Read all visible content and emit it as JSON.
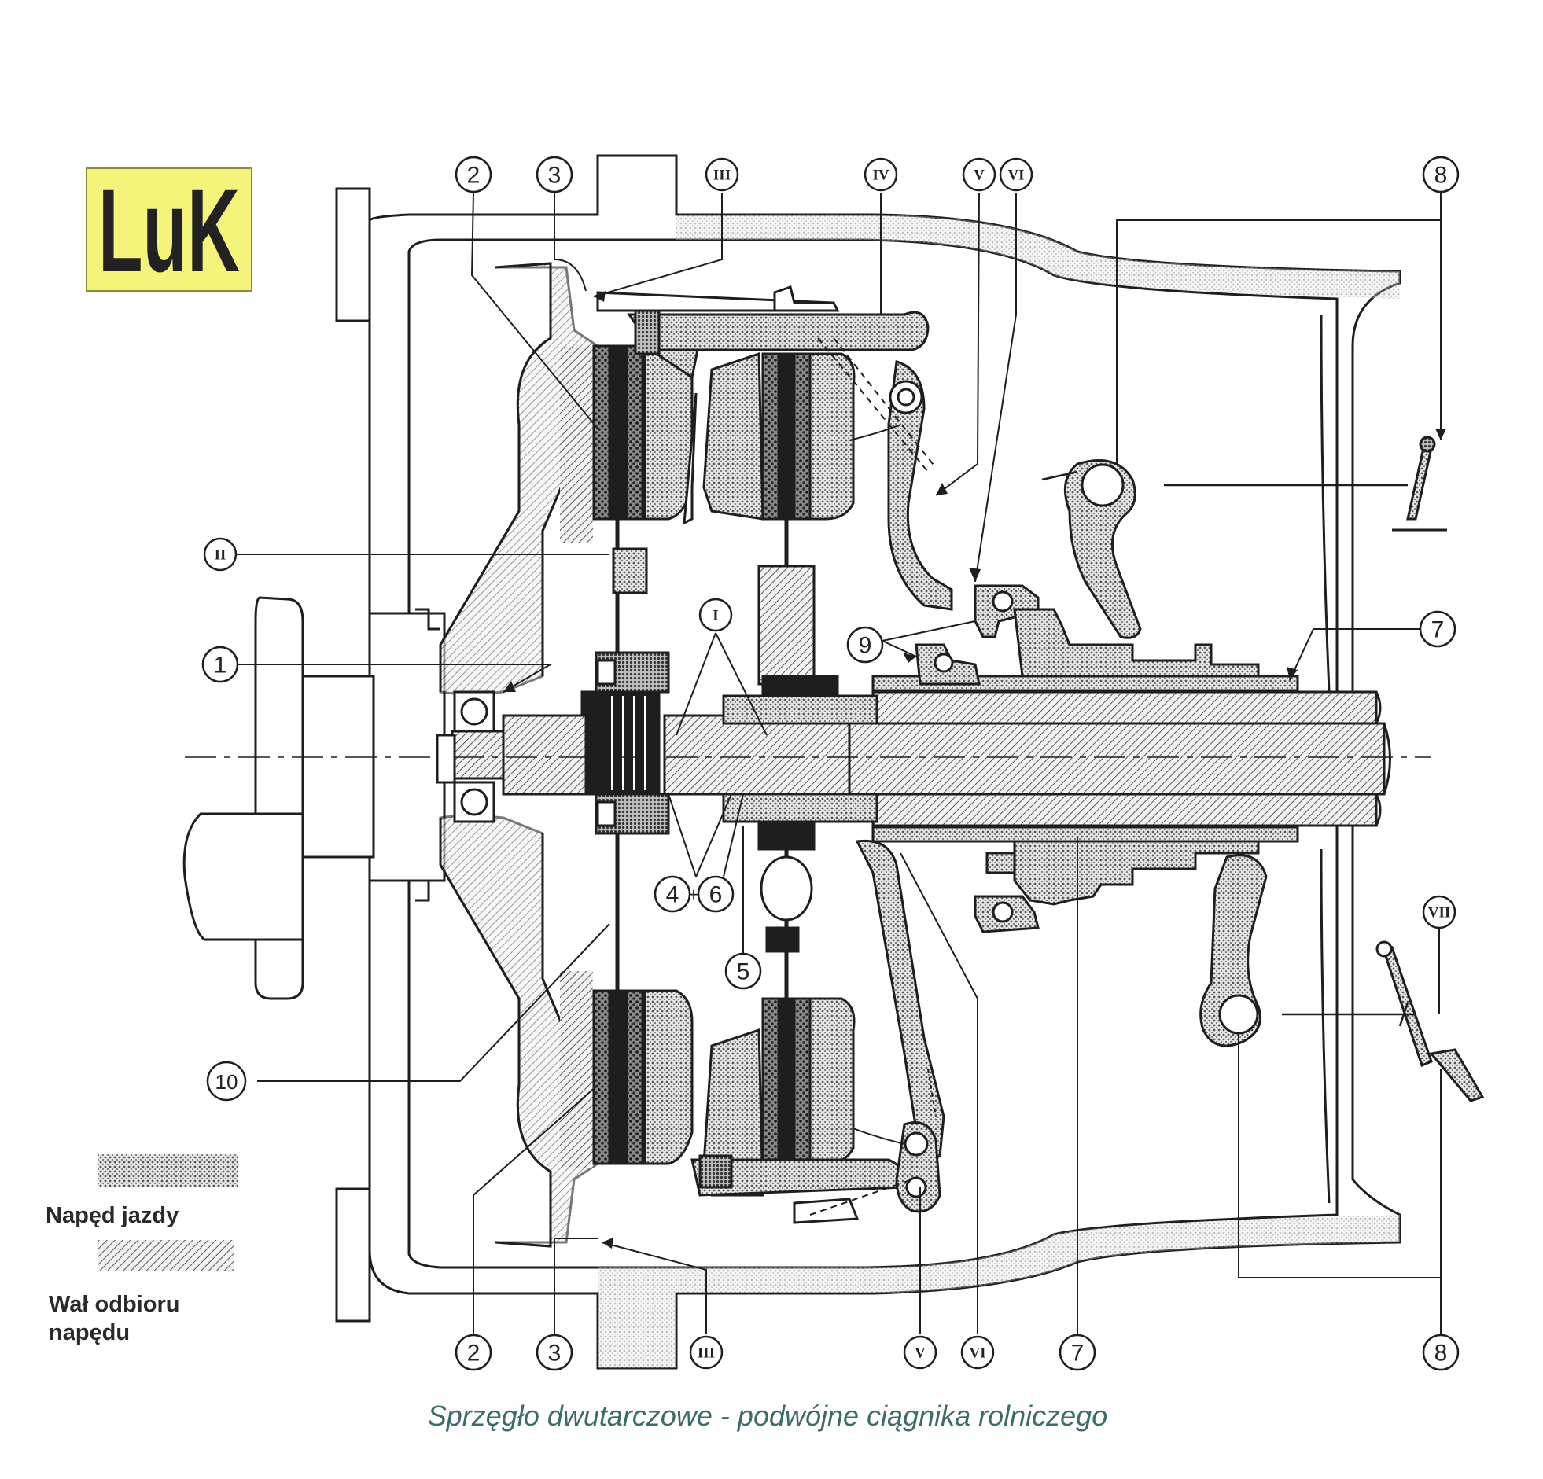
{
  "logo": {
    "text": "LuK",
    "background": "#f4f47a"
  },
  "legend": [
    {
      "label": "Napęd jazdy",
      "pattern": "dots"
    },
    {
      "label_lines": [
        "Wał odbioru",
        "napędu"
      ],
      "pattern": "hatch"
    }
  ],
  "caption": "Sprzęgło dwutarczowe - podwójne ciągnika rolniczego",
  "callouts": {
    "top": [
      "2",
      "3",
      "III",
      "IV",
      "V",
      "VI",
      "8"
    ],
    "bottom": [
      "2",
      "3",
      "III",
      "V",
      "VI",
      "7",
      "8"
    ],
    "left": [
      "II",
      "1",
      "10"
    ],
    "center": [
      "I",
      "4",
      "+",
      "6",
      "5"
    ],
    "right": [
      "9",
      "7",
      "VII"
    ]
  },
  "colors": {
    "ink": "#1e1e1e",
    "caption": "#3c6b6b",
    "hatch": "#555555"
  }
}
